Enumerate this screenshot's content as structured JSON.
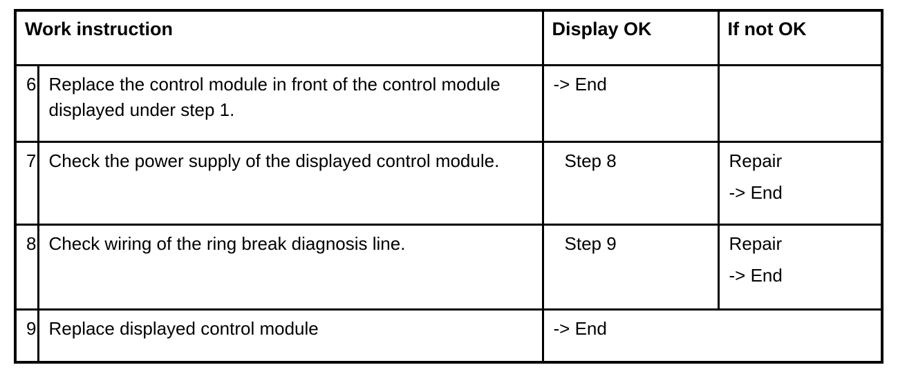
{
  "document": {
    "type": "work-instruction-diagnostic-table",
    "colors": {
      "text": "#000000",
      "border": "#000000",
      "background": "#ffffff"
    },
    "table": {
      "headers": [
        "Work instruction",
        "Display OK",
        "If not OK"
      ],
      "rows": [
        {
          "step": "6",
          "instruction": "Replace the control module in front of the control module displayed under step 1.",
          "display_ok": "-> End",
          "if_not_ok": []
        },
        {
          "step": "7",
          "instruction": "Check the power supply of the displayed control module.",
          "display_ok": "Step 8",
          "if_not_ok": [
            "Repair",
            "-> End"
          ]
        },
        {
          "step": "8",
          "instruction": "Check wiring of the ring break diagnosis line.",
          "display_ok": "Step 9",
          "if_not_ok": [
            "Repair",
            "-> End"
          ]
        },
        {
          "step": "9",
          "instruction": "Replace displayed control module",
          "display_ok": "-> End",
          "if_not_ok": null
        }
      ]
    }
  }
}
